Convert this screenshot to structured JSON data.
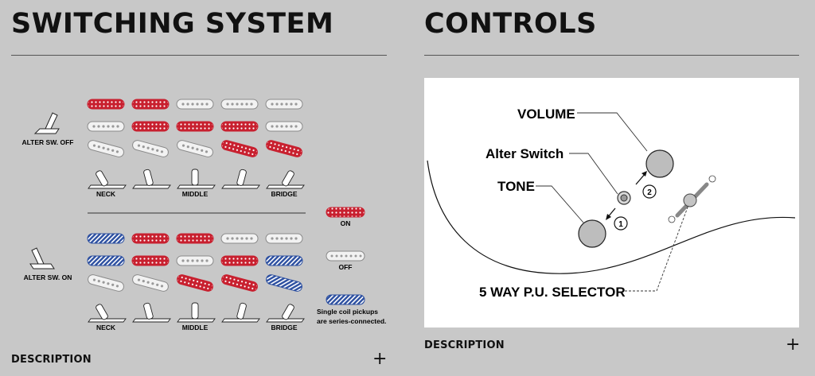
{
  "switching": {
    "title": "SWITCHING SYSTEM",
    "alter_off_label": "ALTER SW. OFF",
    "alter_on_label": "ALTER SW. ON",
    "positions": [
      "NECK",
      "",
      "MIDDLE",
      "",
      "BRIDGE"
    ],
    "legend": {
      "on": "ON",
      "off": "OFF",
      "series_line1": "Single coil pickups",
      "series_line2": "are series-connected."
    },
    "alter_off_grid": [
      [
        "on",
        "on",
        "off",
        "off",
        "off"
      ],
      [
        "off",
        "on",
        "on",
        "on",
        "off"
      ],
      [
        "off",
        "off",
        "off",
        "on",
        "on"
      ]
    ],
    "alter_on_grid": [
      [
        "series",
        "on",
        "on",
        "off",
        "off"
      ],
      [
        "series",
        "on",
        "off",
        "on",
        "series"
      ],
      [
        "off",
        "off",
        "on",
        "on",
        "series"
      ]
    ],
    "description": "DESCRIPTION"
  },
  "controls": {
    "title": "CONTROLS",
    "labels": {
      "volume": "VOLUME",
      "alter_switch": "Alter Switch",
      "tone": "TONE",
      "selector": "5 WAY P.U. SELECTOR",
      "pos1": "1",
      "pos2": "2"
    },
    "description": "DESCRIPTION"
  },
  "colors": {
    "background": "#c8c8c8",
    "pickup_on": "#c8202f",
    "pickup_off": "#f2f2f2",
    "pickup_series": "#2c4fa0"
  },
  "icons": {
    "expand": "plus-icon",
    "toggle": "toggle-switch-icon",
    "selector": "selector-lever-icon"
  }
}
